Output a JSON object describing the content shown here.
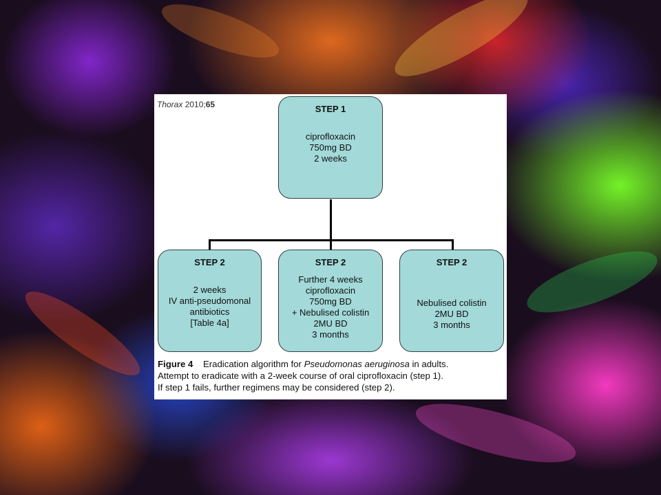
{
  "citation": {
    "journal": "Thorax",
    "year": " 2010;",
    "volume": "65"
  },
  "step1": {
    "title": "STEP 1",
    "lines": [
      "ciprofloxacin",
      "750mg BD",
      "2 weeks"
    ]
  },
  "step2_left": {
    "title": "STEP 2",
    "lines": [
      "2 weeks",
      "IV anti-pseudomonal",
      "antibiotics",
      "[Table 4a]"
    ]
  },
  "step2_middle": {
    "title": "STEP 2",
    "lines": [
      "Further 4 weeks",
      "ciprofloxacin",
      "750mg BD",
      "+ Nebulised colistin",
      "2MU BD",
      "3 months"
    ]
  },
  "step2_right": {
    "title": "STEP 2",
    "lines": [
      "Nebulised colistin",
      "2MU BD",
      "3 months"
    ]
  },
  "caption": {
    "label": "Figure 4",
    "line1_before": "Eradication algorithm for ",
    "line1_italic": "Pseudomonas aeruginosa",
    "line1_after": " in adults.",
    "line2": "Attempt to eradicate with a 2-week course of oral ciprofloxacin (step 1).",
    "line3": "If step 1 fails, further regimens may be considered (step 2)."
  },
  "colors": {
    "box_fill": "#a3d9d9",
    "box_border": "#2f3f3f",
    "connector": "#000000"
  }
}
